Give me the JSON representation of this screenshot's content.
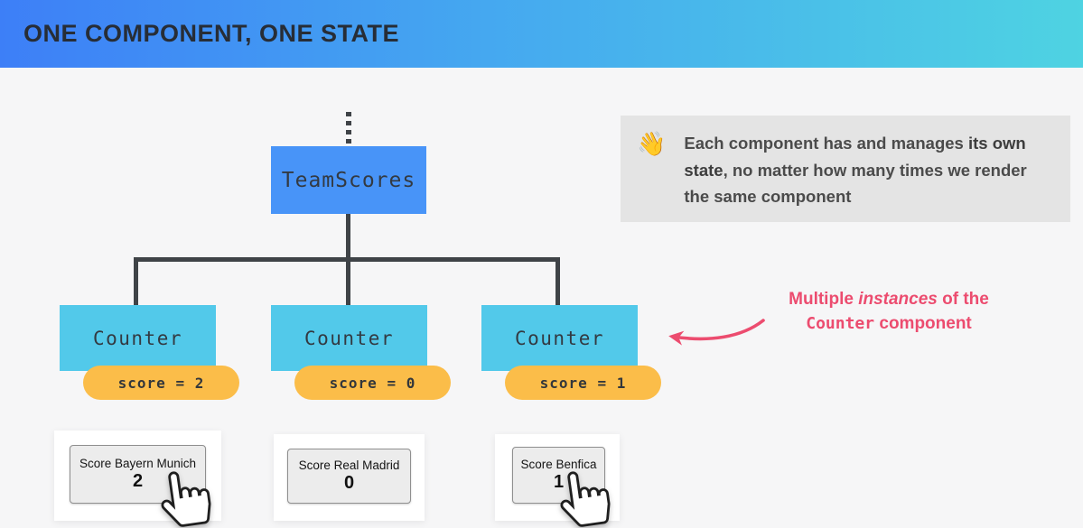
{
  "header": {
    "title_regular": "ONE COMPONENT, ONE ",
    "title_bold": "STATE"
  },
  "tree": {
    "root_label": "TeamScores",
    "counters": [
      {
        "label": "Counter",
        "state": "score = 2"
      },
      {
        "label": "Counter",
        "state": "score = 0"
      },
      {
        "label": "Counter",
        "state": "score = 1"
      }
    ]
  },
  "note": {
    "icon": "👋",
    "text_part1": "Each component has and manages ",
    "text_bold": "its own state",
    "text_part2": ", no matter how many times we render the same component"
  },
  "annotation": {
    "line1_prefix": "Multiple ",
    "line1_italic": "instances",
    "line1_suffix": " of the",
    "line2_code": "Counter",
    "line2_suffix": " component"
  },
  "buttons": [
    {
      "label": "Score Bayern Munich",
      "value": "2",
      "cursor": "pointer-hand"
    },
    {
      "label": "Score Real Madrid",
      "value": "0",
      "cursor": "none"
    },
    {
      "label": "Score Benfica",
      "value": "1",
      "cursor": "pointer-hand"
    }
  ],
  "colors": {
    "header_gradient_start": "#3d7ff7",
    "header_gradient_end": "#4ed3e2",
    "root_node_blue": "#4894f8",
    "counter_cyan": "#52c9ea",
    "badge_orange": "#fbbd49",
    "connector_dark": "#3f4347",
    "note_background": "#e4e4e4",
    "annotation_pink": "#ec4c6f",
    "page_background": "#f6f6f7"
  }
}
